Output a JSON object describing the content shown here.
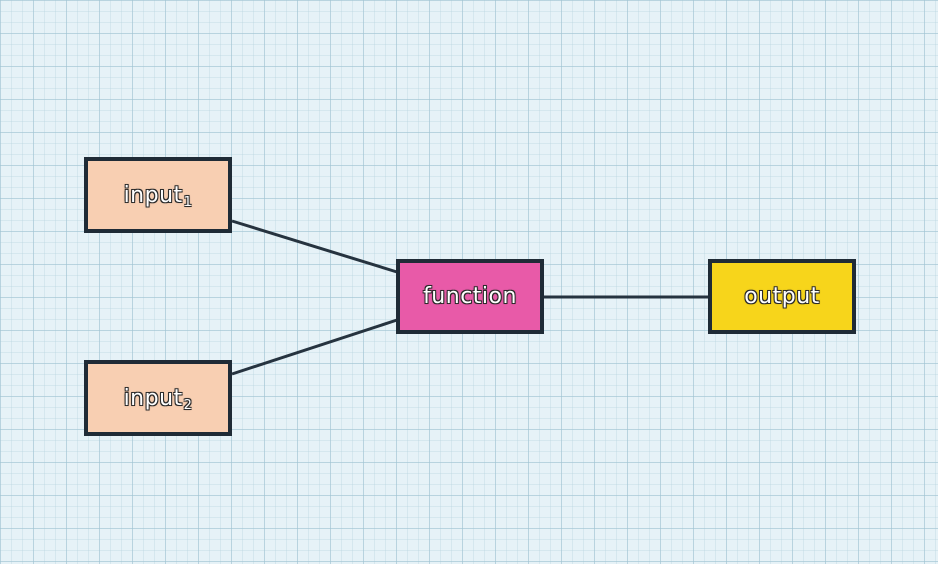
{
  "nodes": {
    "input_1": {
      "text": "input",
      "subscript": "1"
    },
    "input_2": {
      "text": "input",
      "subscript": "2"
    },
    "function": {
      "text": "function"
    },
    "output": {
      "text": "output"
    }
  },
  "colors": {
    "input_fill": "#f8cfb2",
    "function_fill": "#e85aa8",
    "output_fill": "#f7d51b",
    "border": "#1f2b36",
    "edge": "#26333f",
    "background": "#e6f2f7"
  },
  "edges": [
    {
      "from": "input_1",
      "to": "function"
    },
    {
      "from": "input_2",
      "to": "function"
    },
    {
      "from": "function",
      "to": "output"
    }
  ]
}
